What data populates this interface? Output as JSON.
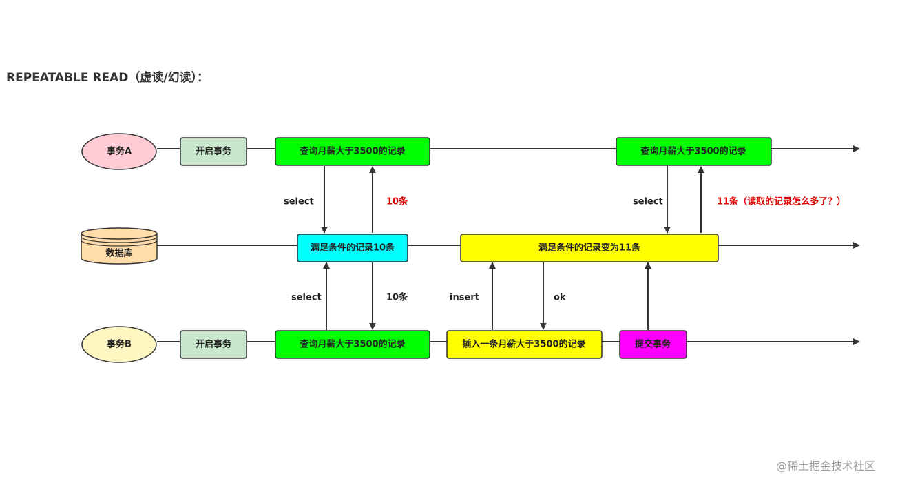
{
  "title": "REPEATABLE READ（虚读/幻读）：",
  "lanes": {
    "a": {
      "label": "事务A"
    },
    "db": {
      "label": "数据库"
    },
    "b": {
      "label": "事务B"
    }
  },
  "boxes": {
    "a_begin": "开启事务",
    "a_query1": "查询月薪大于3500的记录",
    "a_query2": "查询月薪大于3500的记录",
    "db_records10": "满足条件的记录10条",
    "db_records11": "满足条件的记录变为11条",
    "b_begin": "开启事务",
    "b_query": "查询月薪大于3500的记录",
    "b_insert": "插入一条月薪大于3500的记录",
    "b_commit": "提交事务"
  },
  "edge_labels": {
    "a_select1": "select",
    "a_result1": "10条",
    "a_select2": "select",
    "a_result2": "11条（读取的记录怎么多了？）",
    "b_select": "select",
    "b_result": "10条",
    "b_insert": "insert",
    "b_ok": "ok"
  },
  "colors": {
    "ellipse_a": "#ffccd5",
    "ellipse_b": "#fff6c2",
    "database": "#ffdca8",
    "begin_box": "#c9e7cc",
    "query_box": "#00ff00",
    "db_box_10": "#00ffff",
    "db_box_11": "#ffff00",
    "insert_box": "#ffff00",
    "commit_box": "#ff00ff",
    "highlight_label": "#e00000"
  },
  "watermark": "@稀土掘金技术社区"
}
